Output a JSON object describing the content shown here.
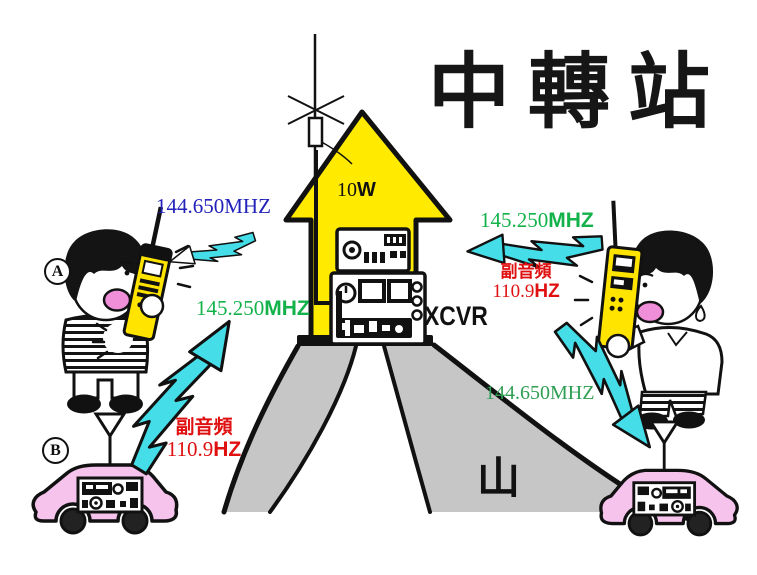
{
  "title": "中轉站",
  "station": {
    "power_value": "10",
    "power_unit": "W",
    "xcvr_label": "XCVR"
  },
  "mountain": {
    "label": "山"
  },
  "badges": {
    "operator_a": "A",
    "car_b": "B"
  },
  "labels": {
    "a_receive": {
      "freq": "144.650",
      "unit": "MHZ",
      "color": "#2222BB"
    },
    "b_transmit": {
      "freq": "145.250",
      "unit": "MHZ",
      "color": "#13B24B"
    },
    "b_subtone": {
      "name": "副音頻",
      "value": "110.9",
      "unit": "HZ",
      "color": "#E01010"
    },
    "right_transmit": {
      "freq": "145.250",
      "unit": "MHZ",
      "color": "#13B24B"
    },
    "right_subtone": {
      "name": "副音頻",
      "value": "110.9",
      "unit": "HZ",
      "color": "#E01010"
    },
    "right_receive": {
      "freq": "144.650",
      "unit": "MHZ",
      "color": "#2E9E52"
    }
  },
  "colors": {
    "house_yellow": "#FFEA00",
    "radio_yellow": "#FFE400",
    "bolt_cyan": "#45DEE8",
    "car_pink": "#F5C3EC",
    "mountain_gray": "#C6C6C6",
    "mouth_pink": "#EF8FD9"
  }
}
